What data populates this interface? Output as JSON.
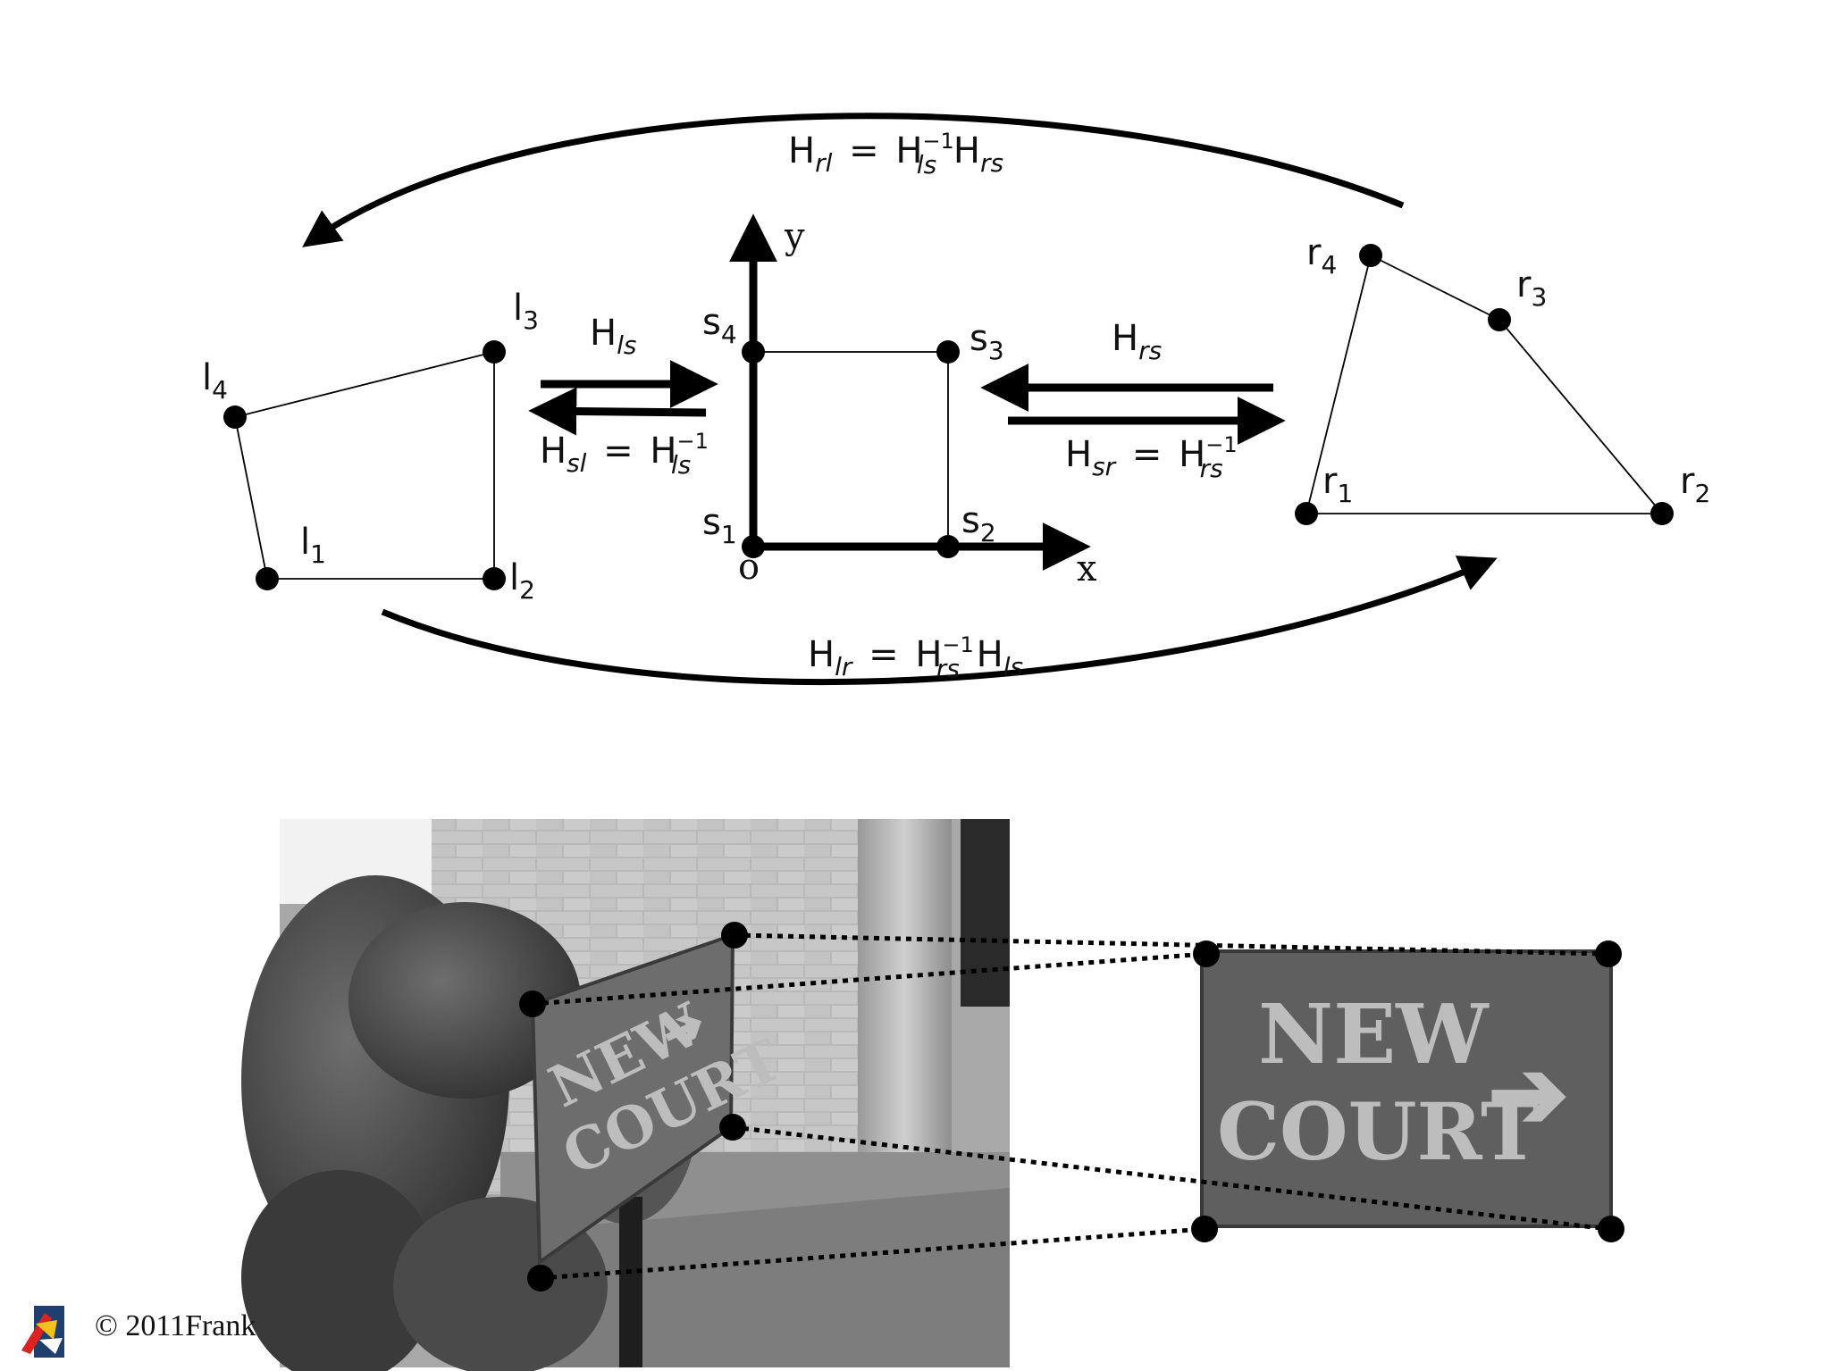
{
  "diagram": {
    "square_corner_labels": {
      "s1": "1",
      "s2": "2",
      "s3": "3",
      "s4": "4"
    },
    "left_corner_labels": {
      "l1": "1",
      "l2": "2",
      "l3": "3",
      "l4": "4"
    },
    "right_corner_labels": {
      "r1": "1",
      "r2": "2",
      "r3": "3",
      "r4": "4"
    },
    "letters": {
      "s": "s",
      "l": "l",
      "r": "r",
      "H": "H",
      "eq": "=",
      "inv": "−1"
    },
    "axes": {
      "origin": "o",
      "x": "x",
      "y": "y"
    },
    "formulas": {
      "H_rl": {
        "lhs_sub": "rl",
        "t1_sub": "ls",
        "t2_sub": "rs"
      },
      "H_lr": {
        "lhs_sub": "lr",
        "t1_sub": "rs",
        "t2_sub": "ls"
      },
      "H_ls": {
        "sub": "ls"
      },
      "H_rs": {
        "sub": "rs"
      },
      "H_sl": {
        "lhs_sub": "sl",
        "rhs_sub": "ls"
      },
      "H_sr": {
        "lhs_sub": "sr",
        "rhs_sub": "rs"
      }
    }
  },
  "photo": {
    "sign_line1": "NEW",
    "sign_line2": "COURT",
    "arrow_glyph": "➔"
  },
  "footer": {
    "copyright": "© 2011Frank"
  }
}
